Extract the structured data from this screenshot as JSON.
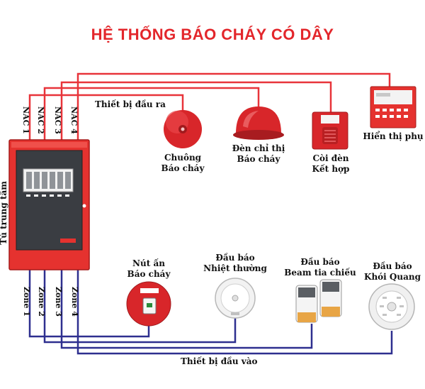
{
  "title": "HỆ THỐNG BÁO CHÁY CÓ DÂY",
  "panel": {
    "label": "Tủ trung tâm"
  },
  "outputs": {
    "group_label": "Thiết bị đầu ra",
    "nac": [
      "NAC 1",
      "NAC 2",
      "NAC 3",
      "NAC 4"
    ],
    "devices": [
      {
        "line1": "Chuông",
        "line2": "Báo cháy"
      },
      {
        "line1": "Đèn chỉ thị",
        "line2": "Báo cháy"
      },
      {
        "line1": "Còi đèn",
        "line2": "Kết hợp"
      },
      {
        "line1": "Hiển thị phụ",
        "line2": ""
      }
    ]
  },
  "inputs": {
    "group_label": "Thiết bị đầu vào",
    "zones": [
      "Zone 1",
      "Zone 2",
      "Zone 3",
      "Zone 4"
    ],
    "devices": [
      {
        "line1": "Nút ấn",
        "line2": "Báo cháy"
      },
      {
        "line1": "Đầu báo",
        "line2": "Nhiệt thường"
      },
      {
        "line1": "Đầu báo",
        "line2": "Beam tia chiếu"
      },
      {
        "line1": "Đầu báo",
        "line2": "Khói Quang"
      }
    ]
  },
  "colors": {
    "title": "#e3262b",
    "output_wire": "#e8343a",
    "input_wire": "#2e2f8f",
    "panel": "#e5322f"
  }
}
